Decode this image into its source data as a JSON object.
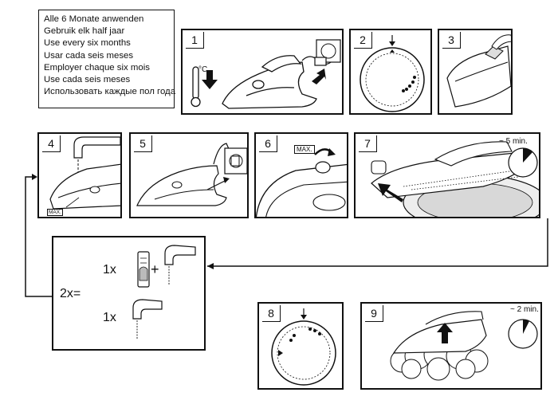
{
  "instructions": [
    "Alle 6 Monate anwenden",
    "Gebruik elk half jaar",
    "Use every six months",
    "Usar  cada seis meses",
    "Employer chaque six mois",
    "Use cada seis meses",
    "Использовать каждые пол года"
  ],
  "steps": {
    "s1": {
      "num": "1",
      "temp_label": "°C"
    },
    "s2": {
      "num": "2"
    },
    "s3": {
      "num": "3"
    },
    "s4": {
      "num": "4",
      "max_label": "MAX."
    },
    "s5": {
      "num": "5"
    },
    "s6": {
      "num": "6",
      "max_label": "MAX."
    },
    "s7": {
      "num": "7",
      "time_label": "~ 5 min."
    },
    "s8": {
      "num": "8"
    },
    "s9": {
      "num": "9",
      "time_label": "~ 2 min."
    }
  },
  "repeat": {
    "times_label": "2x=",
    "row1_count": "1x",
    "plus": "+",
    "row2_count": "1x"
  }
}
